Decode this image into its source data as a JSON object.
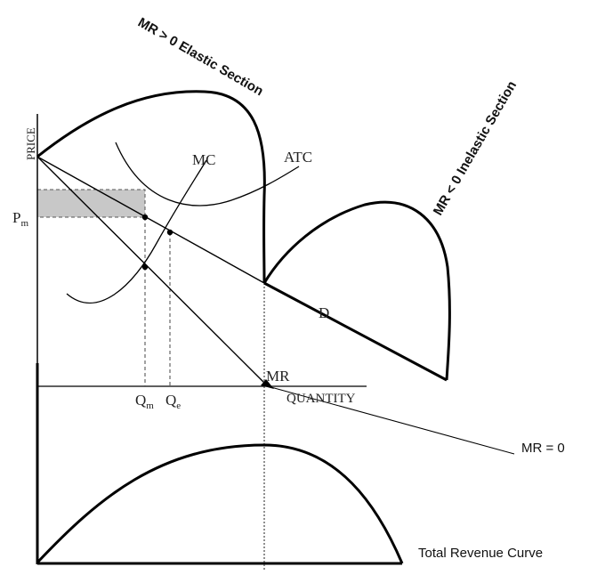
{
  "diagram": {
    "axes": {
      "price_label": "PRICE",
      "quantity_label": "QUANTITY"
    },
    "curve_labels": {
      "mc": "MC",
      "atc": "ATC",
      "demand": "D",
      "mr": "MR"
    },
    "price_marker": {
      "main": "P",
      "sub": "m"
    },
    "quantity_markers": [
      {
        "main": "Q",
        "sub": "m"
      },
      {
        "main": "Q",
        "sub": "e"
      }
    ],
    "section_labels": {
      "elastic": "MR > 0 Elastic Section",
      "inelastic": "MR < 0 Inelastic Section"
    },
    "annotations": {
      "mr_zero": "MR = 0",
      "total_revenue": "Total Revenue Curve"
    }
  }
}
